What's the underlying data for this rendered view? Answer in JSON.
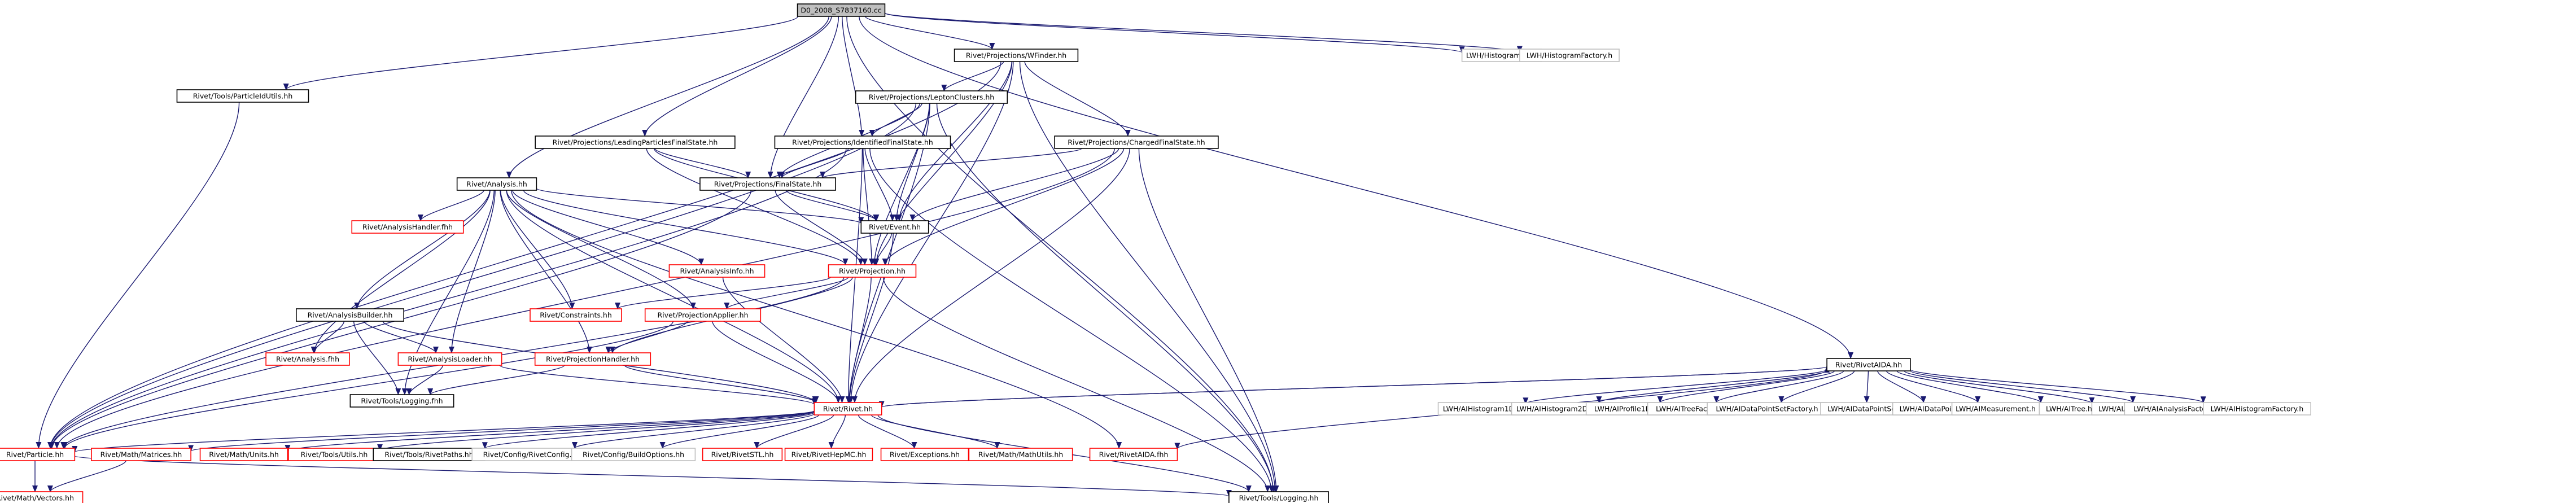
{
  "colors": {
    "background": "#ffffff",
    "edge": "#191970",
    "node_text": "#000000",
    "border_normal": "#000000",
    "border_missing": "#ff0000",
    "border_external": "#bfbfbf",
    "root_fill": "#bfbfbf"
  },
  "nodes": [
    {
      "id": "root",
      "label": "D0_2008_S7837160.cc",
      "kind": "root"
    },
    {
      "id": "wfinder",
      "label": "Rivet/Projections/WFinder.hh",
      "kind": "normal"
    },
    {
      "id": "lwh_h1d",
      "label": "LWH/Histogram1D.h",
      "kind": "external"
    },
    {
      "id": "lwh_hf",
      "label": "LWH/HistogramFactory.h",
      "kind": "external"
    },
    {
      "id": "pputils",
      "label": "Rivet/Tools/ParticleIdUtils.hh",
      "kind": "normal"
    },
    {
      "id": "leptonclusters",
      "label": "Rivet/Projections/LeptonClusters.hh",
      "kind": "normal"
    },
    {
      "id": "lpfs",
      "label": "Rivet/Projections/LeadingParticlesFinalState.hh",
      "kind": "normal"
    },
    {
      "id": "ifs",
      "label": "Rivet/Projections/IdentifiedFinalState.hh",
      "kind": "normal"
    },
    {
      "id": "cfs",
      "label": "Rivet/Projections/ChargedFinalState.hh",
      "kind": "normal"
    },
    {
      "id": "analysis",
      "label": "Rivet/Analysis.hh",
      "kind": "normal"
    },
    {
      "id": "fs",
      "label": "Rivet/Projections/FinalState.hh",
      "kind": "normal"
    },
    {
      "id": "event",
      "label": "Rivet/Event.hh",
      "kind": "normal"
    },
    {
      "id": "ahfhh",
      "label": "Rivet/AnalysisHandler.fhh",
      "kind": "missing"
    },
    {
      "id": "ainfo",
      "label": "Rivet/AnalysisInfo.hh",
      "kind": "missing"
    },
    {
      "id": "projection",
      "label": "Rivet/Projection.hh",
      "kind": "missing"
    },
    {
      "id": "constraints",
      "label": "Rivet/Constraints.hh",
      "kind": "missing"
    },
    {
      "id": "papplier",
      "label": "Rivet/ProjectionApplier.hh",
      "kind": "missing"
    },
    {
      "id": "abuilder",
      "label": "Rivet/AnalysisBuilder.hh",
      "kind": "normal"
    },
    {
      "id": "afhh",
      "label": "Rivet/Analysis.fhh",
      "kind": "missing"
    },
    {
      "id": "aloader",
      "label": "Rivet/AnalysisLoader.hh",
      "kind": "missing"
    },
    {
      "id": "phandler",
      "label": "Rivet/ProjectionHandler.hh",
      "kind": "missing"
    },
    {
      "id": "logfhh",
      "label": "Rivet/Tools/Logging.fhh",
      "kind": "normal"
    },
    {
      "id": "rivethh",
      "label": "Rivet/Rivet.hh",
      "kind": "missing"
    },
    {
      "id": "raida",
      "label": "Rivet/RivetAIDA.hh",
      "kind": "normal"
    },
    {
      "id": "particle",
      "label": "Rivet/Particle.hh",
      "kind": "missing"
    },
    {
      "id": "matrices",
      "label": "Rivet/Math/Matrices.hh",
      "kind": "missing"
    },
    {
      "id": "units",
      "label": "Rivet/Math/Units.hh",
      "kind": "missing"
    },
    {
      "id": "tutils",
      "label": "Rivet/Tools/Utils.hh",
      "kind": "missing"
    },
    {
      "id": "paths",
      "label": "Rivet/Tools/RivetPaths.hh",
      "kind": "normal"
    },
    {
      "id": "rconfig",
      "label": "Rivet/Config/RivetConfig.hh",
      "kind": "external"
    },
    {
      "id": "bopts",
      "label": "Rivet/Config/BuildOptions.hh",
      "kind": "external"
    },
    {
      "id": "stl",
      "label": "Rivet/RivetSTL.hh",
      "kind": "missing"
    },
    {
      "id": "hepmc",
      "label": "Rivet/RivetHepMC.hh",
      "kind": "missing"
    },
    {
      "id": "exc",
      "label": "Rivet/Exceptions.hh",
      "kind": "missing"
    },
    {
      "id": "mathutils",
      "label": "Rivet/Math/MathUtils.hh",
      "kind": "missing"
    },
    {
      "id": "raidafhh",
      "label": "Rivet/RivetAIDA.fhh",
      "kind": "missing"
    },
    {
      "id": "vectors",
      "label": "Rivet/Math/Vectors.hh",
      "kind": "missing"
    },
    {
      "id": "logging",
      "label": "Rivet/Tools/Logging.hh",
      "kind": "normal"
    },
    {
      "id": "aih1d",
      "label": "LWH/AIHistogram1D.h",
      "kind": "external"
    },
    {
      "id": "aih2d",
      "label": "LWH/AIHistogram2D.h",
      "kind": "external"
    },
    {
      "id": "aip1d",
      "label": "LWH/AIProfile1D.h",
      "kind": "external"
    },
    {
      "id": "aitf",
      "label": "LWH/AITreeFactory.h",
      "kind": "external"
    },
    {
      "id": "aidpsf",
      "label": "LWH/AIDataPointSetFactory.h",
      "kind": "external"
    },
    {
      "id": "aidps",
      "label": "LWH/AIDataPointSet.h",
      "kind": "external"
    },
    {
      "id": "aidp",
      "label": "LWH/AIDataPoint.h",
      "kind": "external"
    },
    {
      "id": "aimeas",
      "label": "LWH/AIMeasurement.h",
      "kind": "external"
    },
    {
      "id": "aitree",
      "label": "LWH/AITree.h",
      "kind": "external"
    },
    {
      "id": "aiaxis",
      "label": "LWH/AIAxis.h",
      "kind": "external"
    },
    {
      "id": "aiaf",
      "label": "LWH/AIAnalysisFactory.h",
      "kind": "external"
    },
    {
      "id": "aihf",
      "label": "LWH/AIHistogramFactory.h",
      "kind": "external"
    }
  ],
  "edges": [
    [
      "root",
      "wfinder"
    ],
    [
      "root",
      "lwh_h1d"
    ],
    [
      "root",
      "lwh_hf"
    ],
    [
      "root",
      "pputils"
    ],
    [
      "root",
      "lpfs"
    ],
    [
      "root",
      "ifs"
    ],
    [
      "root",
      "analysis"
    ],
    [
      "root",
      "fs"
    ],
    [
      "root",
      "raida"
    ],
    [
      "root",
      "logging"
    ],
    [
      "wfinder",
      "leptonclusters"
    ],
    [
      "wfinder",
      "cfs"
    ],
    [
      "wfinder",
      "event"
    ],
    [
      "wfinder",
      "projection"
    ],
    [
      "wfinder",
      "rivethh"
    ],
    [
      "wfinder",
      "particle"
    ],
    [
      "wfinder",
      "logging"
    ],
    [
      "pputils",
      "particle"
    ],
    [
      "leptonclusters",
      "ifs"
    ],
    [
      "leptonclusters",
      "fs"
    ],
    [
      "leptonclusters",
      "event"
    ],
    [
      "leptonclusters",
      "projection"
    ],
    [
      "leptonclusters",
      "rivethh"
    ],
    [
      "leptonclusters",
      "particle"
    ],
    [
      "leptonclusters",
      "logging"
    ],
    [
      "lpfs",
      "fs"
    ],
    [
      "lpfs",
      "event"
    ],
    [
      "lpfs",
      "projection"
    ],
    [
      "ifs",
      "fs"
    ],
    [
      "ifs",
      "event"
    ],
    [
      "ifs",
      "projection"
    ],
    [
      "ifs",
      "rivethh"
    ],
    [
      "ifs",
      "particle"
    ],
    [
      "ifs",
      "logging"
    ],
    [
      "cfs",
      "fs"
    ],
    [
      "cfs",
      "event"
    ],
    [
      "cfs",
      "projection"
    ],
    [
      "cfs",
      "rivethh"
    ],
    [
      "cfs",
      "particle"
    ],
    [
      "cfs",
      "logging"
    ],
    [
      "analysis",
      "event"
    ],
    [
      "analysis",
      "ahfhh"
    ],
    [
      "analysis",
      "ainfo"
    ],
    [
      "analysis",
      "projection"
    ],
    [
      "analysis",
      "constraints"
    ],
    [
      "analysis",
      "papplier"
    ],
    [
      "analysis",
      "abuilder"
    ],
    [
      "analysis",
      "afhh"
    ],
    [
      "analysis",
      "aloader"
    ],
    [
      "analysis",
      "phandler"
    ],
    [
      "analysis",
      "logfhh"
    ],
    [
      "analysis",
      "rivethh"
    ],
    [
      "analysis",
      "raidafhh"
    ],
    [
      "fs",
      "event"
    ],
    [
      "fs",
      "projection"
    ],
    [
      "fs",
      "particle"
    ],
    [
      "event",
      "projection"
    ],
    [
      "event",
      "rivethh"
    ],
    [
      "ainfo",
      "rivethh"
    ],
    [
      "projection",
      "constraints"
    ],
    [
      "projection",
      "papplier"
    ],
    [
      "projection",
      "phandler"
    ],
    [
      "projection",
      "rivethh"
    ],
    [
      "projection",
      "particle"
    ],
    [
      "projection",
      "logging"
    ],
    [
      "papplier",
      "phandler"
    ],
    [
      "papplier",
      "rivethh"
    ],
    [
      "papplier",
      "particle"
    ],
    [
      "abuilder",
      "afhh"
    ],
    [
      "abuilder",
      "aloader"
    ],
    [
      "abuilder",
      "logfhh"
    ],
    [
      "abuilder",
      "rivethh"
    ],
    [
      "aloader",
      "logfhh"
    ],
    [
      "aloader",
      "rivethh"
    ],
    [
      "phandler",
      "logfhh"
    ],
    [
      "phandler",
      "rivethh"
    ],
    [
      "rivethh",
      "particle"
    ],
    [
      "rivethh",
      "matrices"
    ],
    [
      "rivethh",
      "units"
    ],
    [
      "rivethh",
      "tutils"
    ],
    [
      "rivethh",
      "paths"
    ],
    [
      "rivethh",
      "rconfig"
    ],
    [
      "rivethh",
      "bopts"
    ],
    [
      "rivethh",
      "stl"
    ],
    [
      "rivethh",
      "hepmc"
    ],
    [
      "rivethh",
      "exc"
    ],
    [
      "rivethh",
      "mathutils"
    ],
    [
      "rivethh",
      "raida"
    ],
    [
      "rivethh",
      "logging"
    ],
    [
      "raida",
      "rivethh"
    ],
    [
      "raida",
      "raidafhh"
    ],
    [
      "raida",
      "aih1d"
    ],
    [
      "raida",
      "aih2d"
    ],
    [
      "raida",
      "aip1d"
    ],
    [
      "raida",
      "aitf"
    ],
    [
      "raida",
      "aidpsf"
    ],
    [
      "raida",
      "aidps"
    ],
    [
      "raida",
      "aidp"
    ],
    [
      "raida",
      "aimeas"
    ],
    [
      "raida",
      "aitree"
    ],
    [
      "raida",
      "aiaxis"
    ],
    [
      "raida",
      "aiaf"
    ],
    [
      "raida",
      "aihf"
    ],
    [
      "particle",
      "vectors"
    ],
    [
      "particle",
      "logging"
    ],
    [
      "matrices",
      "vectors"
    ]
  ]
}
